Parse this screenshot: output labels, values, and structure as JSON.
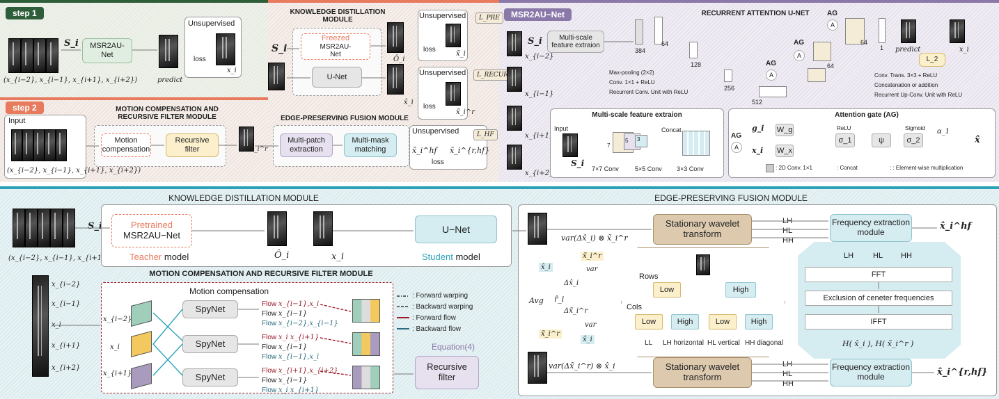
{
  "step1": {
    "tag": "step 1",
    "input_label": "(x_{i−2}, x_{i−1}, x_{i+1}, x_{i+2})",
    "s_label": "S_i",
    "net": "MSR2AU-\nNet",
    "predict": "predict",
    "unsup": "Unsupervised",
    "loss": "loss",
    "xi": "x_i"
  },
  "kd_top": {
    "title": "KNOWLEDGE DISTILLATION\nMODULE",
    "s_label": "S_i",
    "freezed": "Freezed",
    "freezed_net": "MSR2AU-\nNet",
    "unet": "U-Net",
    "o_label": "Ô_i",
    "xi_hat": "x̂_i",
    "unsup1": "Unsupervised",
    "l_pre": "L_PRE",
    "loss1": "loss",
    "unsup2": "Unsupervised",
    "l_recur": "L_RECUR",
    "loss2": "loss",
    "tilde1": "x̃_i",
    "tilde2": "x̃_i^r"
  },
  "step2": {
    "tag": "step 2",
    "input": "Input",
    "mc_title": "MOTION COMPENSATION AND\nRECURSIVE FILTER MODULE",
    "mc": "Motion\ncompensation",
    "rf": "Recursive\nfilter",
    "input_label": "(x_{i−2}, x_{i−1}, x_{i+1}, x_{i+2})",
    "xr": "x̃_i^r"
  },
  "epf_top": {
    "title": "EDGE-PRESERVING FUSION MODULE",
    "multipatch": "Multi-patch\nextraction",
    "multimask": "Multi-mask\nmatching",
    "unsup": "Unsupervised",
    "l_hf": "L_HF",
    "loss": "loss",
    "hf1": "x̂_i^hf",
    "hf2": "x̂_i^{r,hf}"
  },
  "ratt": {
    "tag": "MSR2AU−Net",
    "title": "RECURRENT ATTENTION U-NET",
    "s_label": "S_i",
    "x_labels": [
      "x_{i−2}",
      "x_{i−1}",
      "x_{i+1}",
      "x_{i+2}"
    ],
    "msfe": "Multi-scale\nfeature extraion",
    "dims": [
      "384",
      "64",
      "128",
      "256",
      "512",
      "64",
      "64",
      "1"
    ],
    "ag": "AG",
    "a": "A",
    "predict": "predict",
    "l2": "L_2",
    "xi": "x_i",
    "legend": [
      "Max-pooling (2×2)",
      "Conv. 1×1 + ReLU",
      "Recurrent Conv. Unit with ReLU",
      "Conv. Trans. 3×3 + ReLU",
      "Concatenation or addition",
      "Recurrent Up-Conv. Unit with ReLU"
    ],
    "msfe_box": {
      "title": "Multi-scale feature extraion",
      "input": "Input",
      "s": "S_i",
      "concat": "Concat",
      "k7": "7",
      "k5": "5",
      "k3": "3",
      "c7": "7×7 Conv",
      "c5": "5×5 Conv",
      "c3": "3×3 Conv"
    },
    "ag_box": {
      "title": "Attention gate (AG)",
      "ag": "AG",
      "a": "A",
      "g": "g_i",
      "x": "x_i",
      "wg": "W_g",
      "wx": "W_x",
      "relu": "ReLU",
      "s1": "σ_1",
      "psi": "ψ",
      "sigmoid": "Sigmoid",
      "s2": "σ_2",
      "alpha": "α_1",
      "xhat": "x̂",
      "conv": ": 2D Conv. 1×1",
      "concat": ": Concat",
      "mult": ": : Element-wise multiplication"
    }
  },
  "kd_bot": {
    "title": "KNOWLEDGE DISTILLATION MODULE",
    "input_label": "(x_{i−2}, x_{i−1}, x_{i+1}, x_{i+2})",
    "s": "S_i",
    "pretrained": "Pretrained",
    "net": "MSR2AU−Net",
    "teacher_a": "Teacher",
    "teacher_b": " model",
    "o": "Ô_i",
    "xi": "x_i",
    "unet": "U−Net",
    "student_a": "Student",
    "student_b": " model"
  },
  "mc_bot": {
    "title": "MOTION COMPENSATION AND RECURSIVE FILTER MODULE",
    "frames": [
      "x_{i−2}",
      "x_{i−1}",
      "x_i",
      "x_{i+1}",
      "x_{i+2}"
    ],
    "mc": "Motion compensation",
    "spynet": "SpyNet",
    "rows": [
      "x_{i−2}",
      "x_i",
      "x_{i+1}"
    ],
    "flows": [
      [
        "Flow",
        "x_{i−1},x_i"
      ],
      [
        "Flow",
        "x_{i−1}"
      ],
      [
        "Flow",
        "x_{i−2},x_{i−1}"
      ],
      [
        "Flow",
        "x_i x_{i+1}"
      ],
      [
        "Flow",
        "x_{i−1}"
      ],
      [
        "Flow",
        "x_{i−1},x_i"
      ],
      [
        "Flow",
        "x_{i+1},x_{i+2}"
      ],
      [
        "Flow",
        "x_{i−1}"
      ],
      [
        "Flow",
        "x_i x_{i+1}"
      ]
    ],
    "legend": [
      ": Forward warping",
      ": Backward warping",
      ": Forward flow",
      ": Backward flow"
    ],
    "equation": "Equation(4)",
    "rf": "Recursive\nfilter"
  },
  "epf_bot": {
    "title": "EDGE-PRESERVING FUSION MODULE",
    "swt": "Stationary wavelet\ntransform",
    "fem": "Frequency extraction\nmodule",
    "bands": [
      "LH",
      "HL",
      "HH"
    ],
    "hf1": "x̂_i^hf",
    "hf2": "x̂_i^{r,hf}",
    "var1": "var(Δx̂_i) ⊗ x̃_i^r",
    "var2": "var(Δx̃_i^r) ⊗ x̂_i",
    "var": "var",
    "avg": "Avg",
    "rhat": "r̂_i",
    "dhat": "Δx̂_i",
    "dtil": "Δx̃_i^r",
    "xhat": "x̂_i",
    "xtil": "x̃_i^r",
    "rows": "Rows",
    "cols": "Cols",
    "low": "Low",
    "high": "High",
    "ll": "LL",
    "lh": "LH horizontal",
    "hl": "HL vertical",
    "hh": "HH diagonal",
    "fft": "FFT",
    "excl": "Exclusion of ceneter frequencies",
    "ifft": "IFFT",
    "hfun": "H( x̂_i ), H( x̃_i^r )"
  },
  "colors": {
    "step1": "#2e5d3a",
    "step2": "#e87a5e",
    "purple": "#8a78a8",
    "teal": "#2aa3b8",
    "red_flow": "#9b1c2a",
    "blue_flow": "#2b6c80"
  }
}
